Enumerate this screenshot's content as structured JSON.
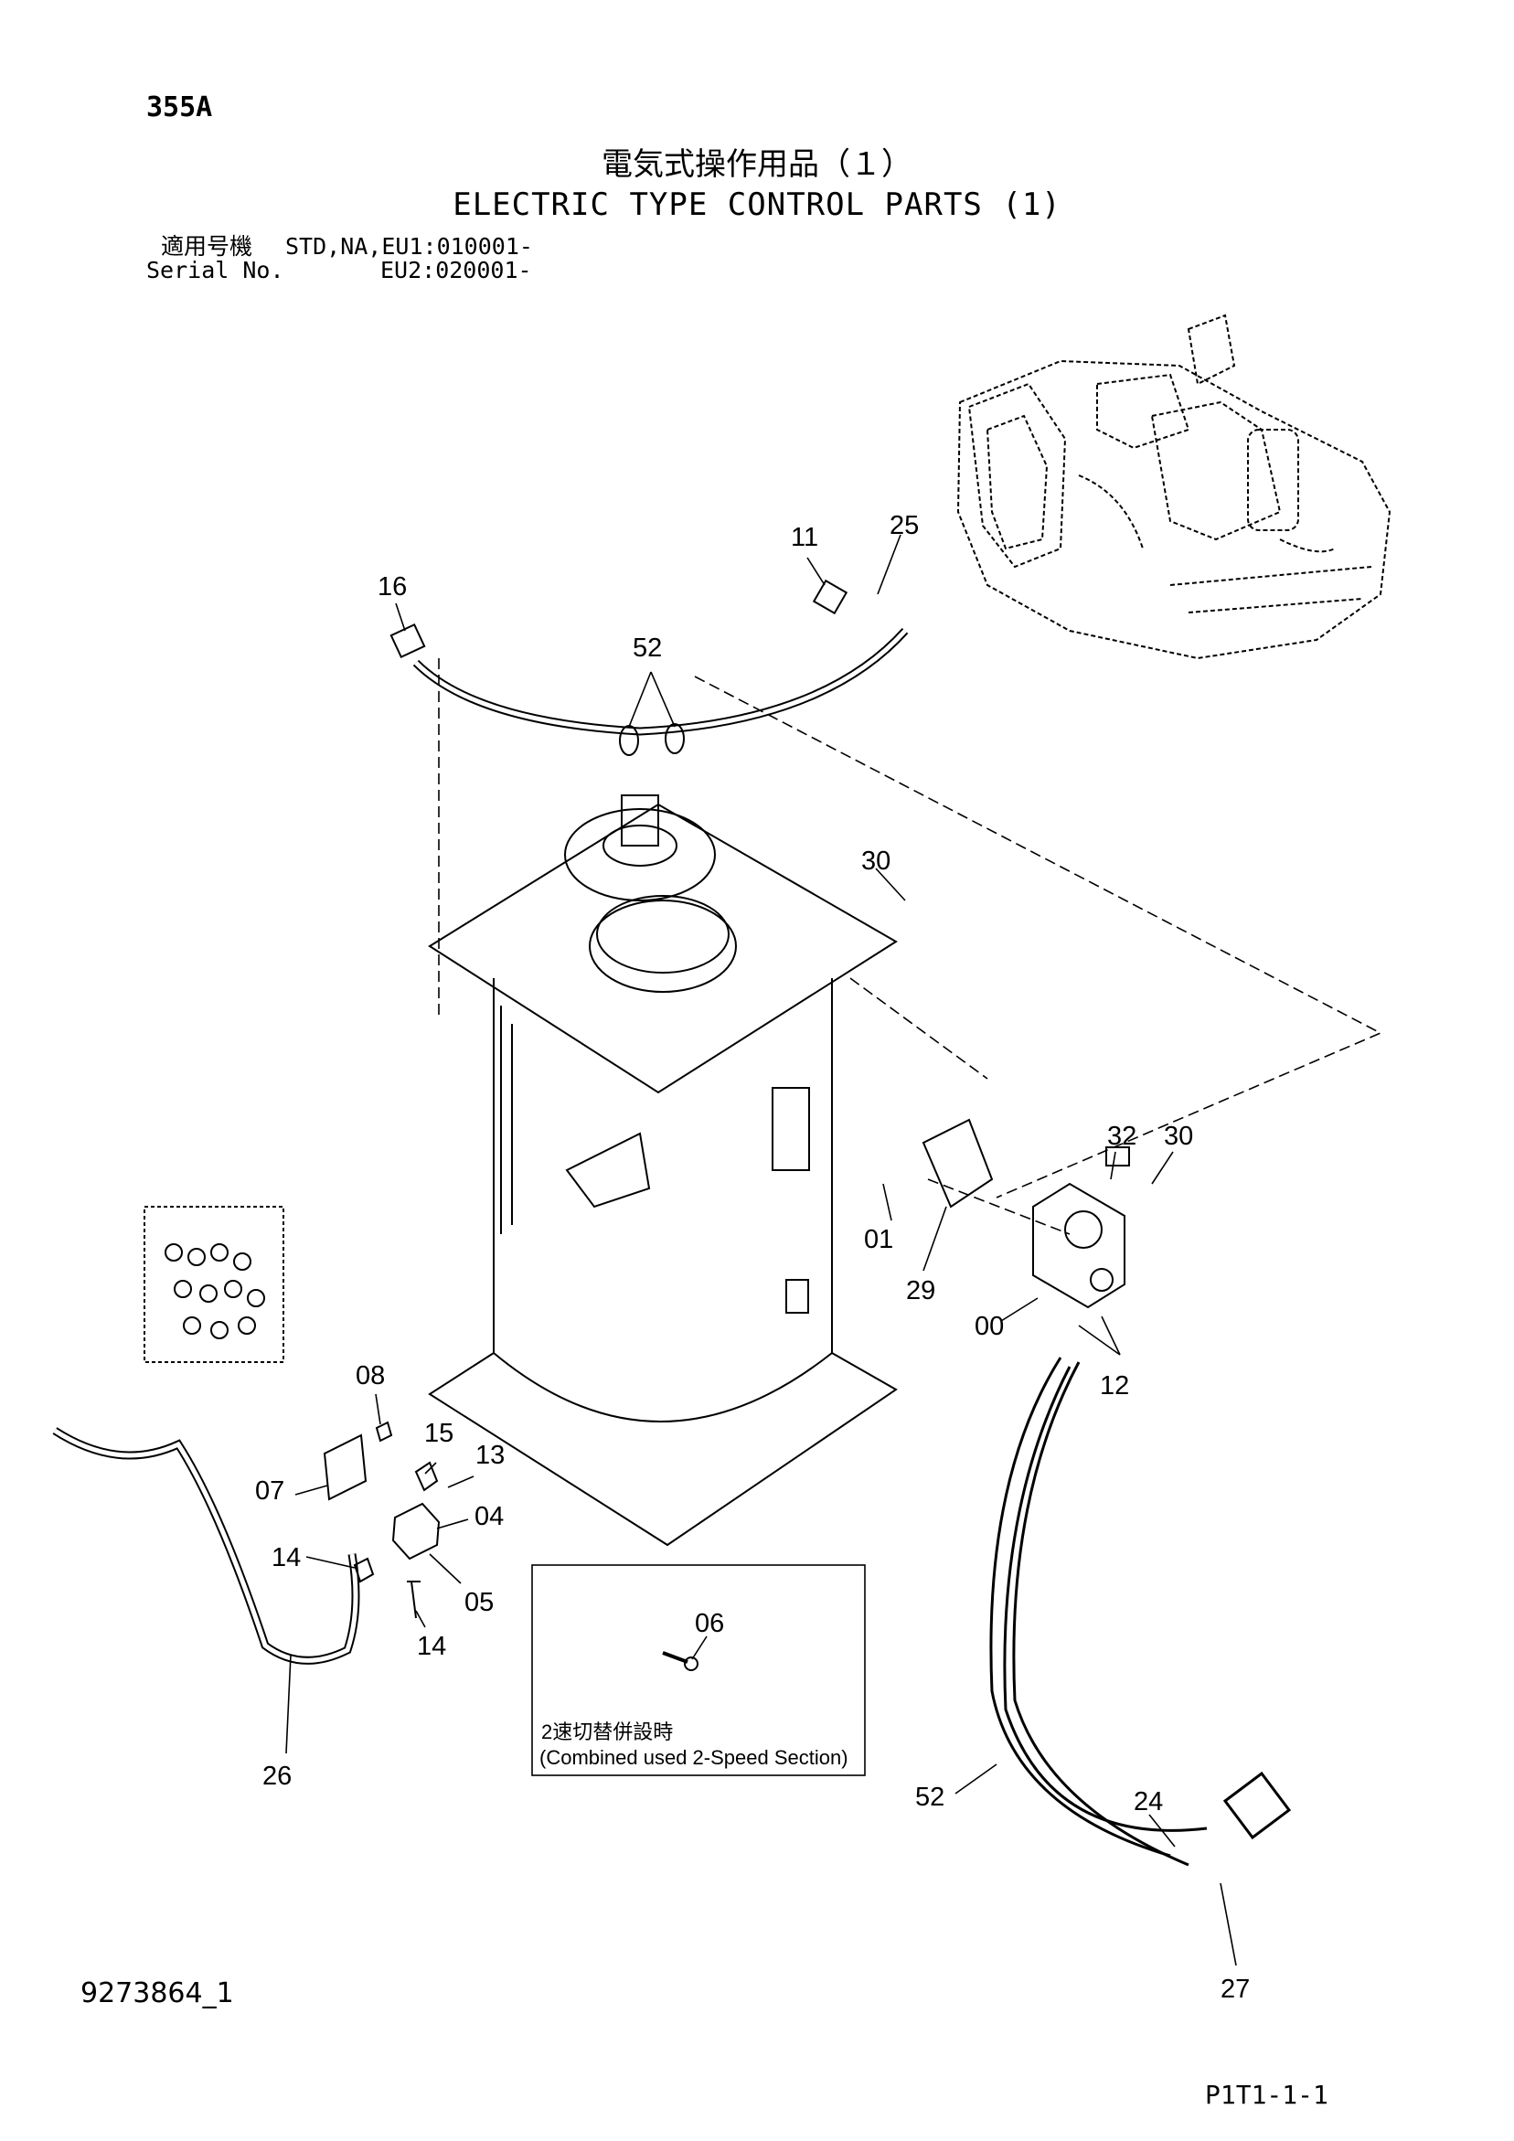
{
  "header": {
    "model": "355A",
    "title_jp": "電気式操作用品（１）",
    "title_en": "ELECTRIC TYPE CONTROL PARTS (1)",
    "applicable_label_jp": "適用号機",
    "serial_label": "Serial No.",
    "serial_line1": "STD,NA,EU1:010001-",
    "serial_line2": "EU2:020001-"
  },
  "callouts": {
    "p00": "00",
    "p01": "01",
    "p04": "04",
    "p05": "05",
    "p06": "06",
    "p07": "07",
    "p08": "08",
    "p11": "11",
    "p12": "12",
    "p13": "13",
    "p14": "14",
    "p15": "15",
    "p16": "16",
    "p24": "24",
    "p25": "25",
    "p26": "26",
    "p27": "27",
    "p29": "29",
    "p30": "30",
    "p32": "32",
    "p52": "52"
  },
  "inset": {
    "note_jp": "2速切替併設時",
    "note_en": "(Combined used 2-Speed Section)"
  },
  "footer": {
    "drawing_number": "9273864_1",
    "page_code": "P1T1-1-1"
  }
}
